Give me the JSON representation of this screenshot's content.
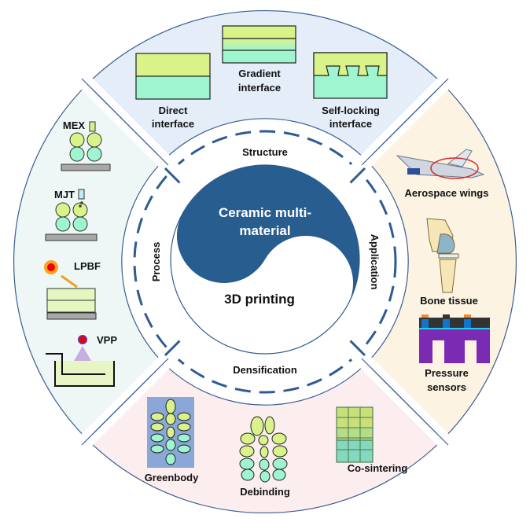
{
  "center": {
    "top_text_line1": "Ceramic multi-",
    "top_text_line2": "material",
    "bottom_text": "3D printing"
  },
  "ring_labels": {
    "top": "Structure",
    "left": "Process",
    "right": "Application",
    "bottom": "Densification"
  },
  "structure": {
    "items": [
      {
        "line1": "Direct",
        "line2": "interface"
      },
      {
        "line1": "Gradient",
        "line2": "interface"
      },
      {
        "line1": "Self-locking",
        "line2": "interface"
      }
    ]
  },
  "process": {
    "items": [
      "MEX",
      "MJT",
      "LPBF",
      "VPP"
    ]
  },
  "application": {
    "items": [
      "Aerospace wings",
      "Bone tissue"
    ],
    "sensor_line1": "Pressure",
    "sensor_line2": "sensors"
  },
  "densification": {
    "items": [
      "Greenbody",
      "Debinding",
      "Co-sintering"
    ]
  },
  "colors": {
    "primary": "#285d8f",
    "top_sector": "#e4edf8",
    "left_sector": "#eef7f6",
    "right_sector": "#fcf3e2",
    "bottom_sector": "#fceeee",
    "green_light": "#d9f28a",
    "mint": "#9ff5cf"
  }
}
